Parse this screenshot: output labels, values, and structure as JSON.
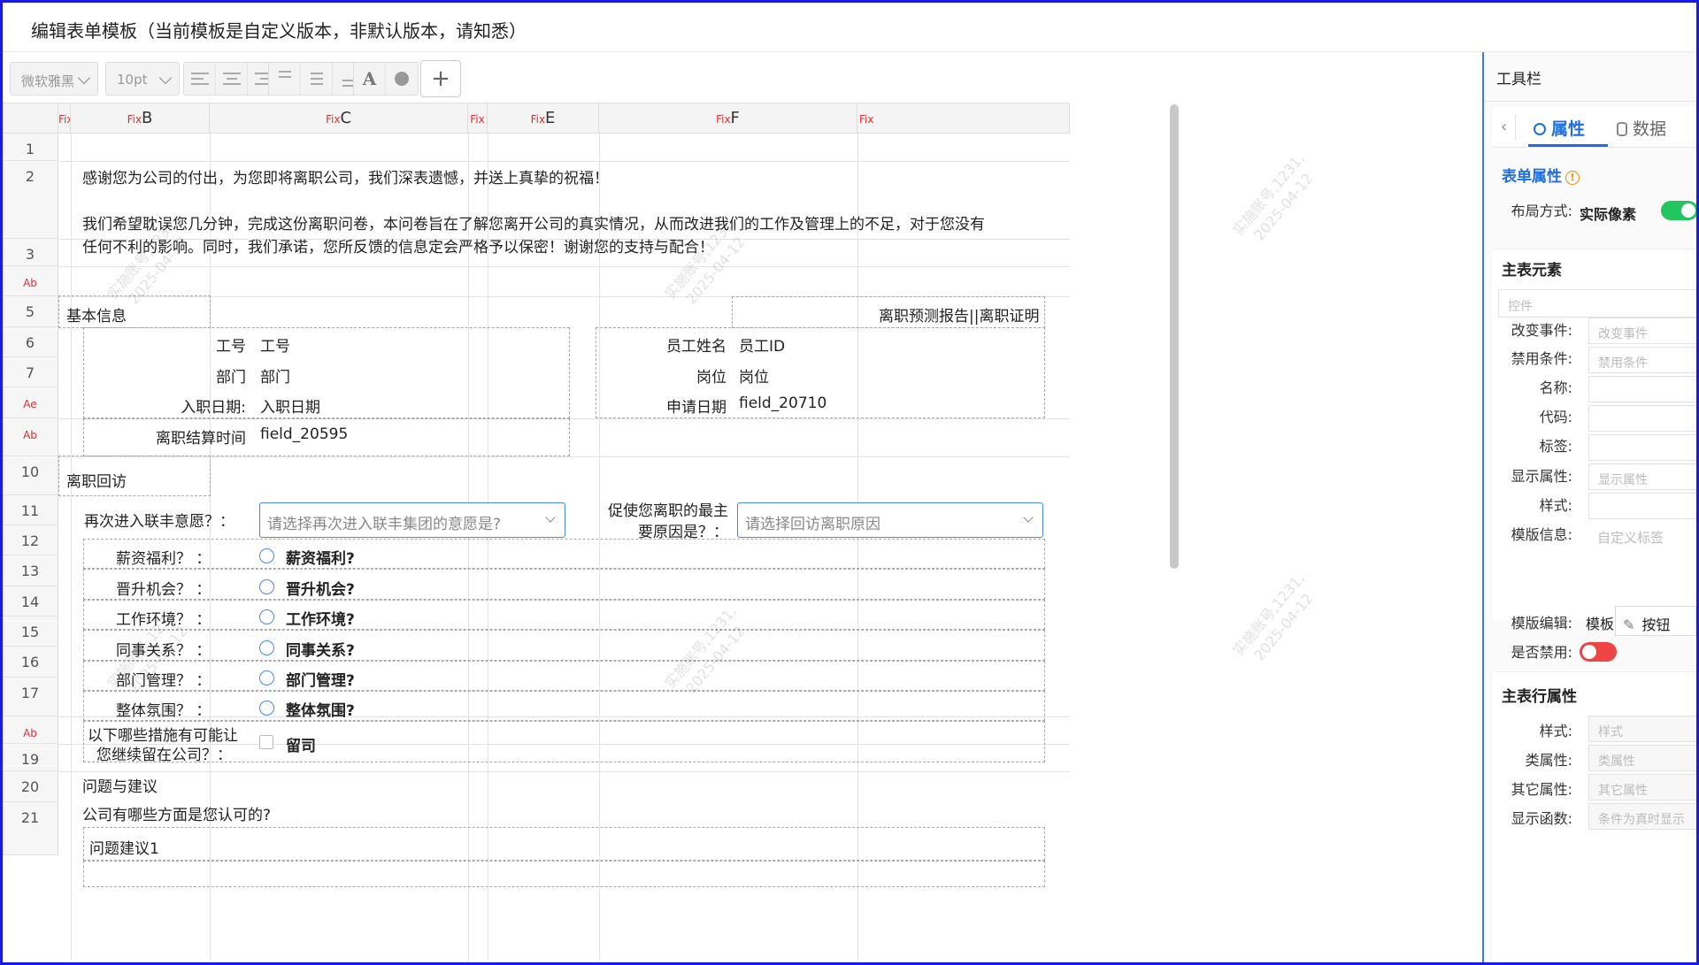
{
  "header": {
    "title": "编辑表单模板（当前模板是自定义版本，非默认版本，请知悉）"
  },
  "toolbar": {
    "font_family": "微软雅黑",
    "font_size": "10pt",
    "bold_glyph": "A",
    "add_glyph": "+"
  },
  "sheet": {
    "columns": [
      {
        "fix": "Fix",
        "letter": ""
      },
      {
        "fix": "Fix",
        "letter": "B"
      },
      {
        "fix": "Fix",
        "letter": "C"
      },
      {
        "fix": "Fix",
        "letter": ""
      },
      {
        "fix": "Fix",
        "letter": "E"
      },
      {
        "fix": "Fix",
        "letter": "F"
      },
      {
        "fix": "Fix",
        "letter": ""
      }
    ],
    "rows": [
      "1",
      "2",
      "3",
      "Ab",
      "5",
      "6",
      "7",
      "Ae",
      "Ab",
      "10",
      "11",
      "12",
      "13",
      "14",
      "15",
      "16",
      "17",
      "Ab",
      "19",
      "20",
      "21"
    ],
    "intro_line1": "感谢您为公司的付出，为您即将离职公司，我们深表遗憾，并送上真挚的祝福！",
    "intro_line2": "我们希望耽误您几分钟，完成这份离职问卷，本问卷旨在了解您离开公司的真实情况，从而改进我们的工作及管理上的不足，对于您没有",
    "intro_line3": "任何不利的影响。同时，我们承诺，您所反馈的信息定会严格予以保密！谢谢您的支持与配合！",
    "basic_info": "基本信息",
    "report_link": "离职预测报告||离职证明",
    "f_worknum_label": "工号",
    "f_worknum_value": "工号",
    "f_name_label": "员工姓名",
    "f_name_value": "员工ID",
    "f_dept_label": "部门",
    "f_dept_value": "部门",
    "f_post_label": "岗位",
    "f_post_value": "岗位",
    "f_entry_label": "入职日期:",
    "f_entry_value": "入职日期",
    "f_apply_label": "申请日期",
    "f_apply_value": "field_20710",
    "f_settle_label": "离职结算时间",
    "f_settle_value": "field_20595",
    "interview": "离职回访",
    "q_reenter_label": "再次进入联丰意愿？：",
    "q_reenter_placeholder": "请选择再次进入联丰集团的意愿是?",
    "q_reason_label_1": "促使您离职的最主",
    "q_reason_label_2": "要原因是？：",
    "q_reason_placeholder": "请选择回访离职原因",
    "radios": [
      {
        "label": "薪资福利？ ：",
        "option": "薪资福利?"
      },
      {
        "label": "晋升机会？ ：",
        "option": "晋升机会?"
      },
      {
        "label": "工作环境？ ：",
        "option": "工作环境?"
      },
      {
        "label": "同事关系？ ：",
        "option": "同事关系?"
      },
      {
        "label": "部门管理？ ：",
        "option": "部门管理?"
      },
      {
        "label": "整体氛围？ ：",
        "option": "整体氛围?"
      }
    ],
    "q_measure_label_1": "以下哪些措施有可能让",
    "q_measure_label_2": "您继续留在公司？：",
    "q_measure_option": "留司",
    "suggest_title": "问题与建议",
    "suggest_q": "公司有哪些方面是您认可的?",
    "suggest_field": "问题建议1",
    "watermark_1": "实施账号,1231,",
    "watermark_2": "2025-04-12"
  },
  "panel": {
    "title": "工具栏",
    "back": "‹",
    "tab_props": "属性",
    "tab_data": "数据",
    "form_props": "表单属性",
    "warn_glyph": "!",
    "layout_label": "布局方式:",
    "layout_value": "实际像素",
    "main_elements": "主表元素",
    "control_placeholder": "控件",
    "props": [
      {
        "label": "改变事件:",
        "placeholder": "改变事件"
      },
      {
        "label": "禁用条件:",
        "placeholder": "禁用条件"
      },
      {
        "label": "名称:",
        "placeholder": ""
      },
      {
        "label": "代码:",
        "placeholder": ""
      },
      {
        "label": "标签:",
        "placeholder": ""
      },
      {
        "label": "显示属性:",
        "placeholder": "显示属性"
      },
      {
        "label": "样式:",
        "placeholder": ""
      },
      {
        "label": "模版信息:",
        "placeholder": "自定义标签"
      }
    ],
    "tpl_edit_label": "模版编辑:",
    "tpl_btn_1": "模板",
    "tpl_btn_2": "按钮",
    "disabled_label": "是否禁用:",
    "row_props": "主表行属性",
    "row_items": [
      {
        "label": "样式:",
        "placeholder": "样式"
      },
      {
        "label": "类属性:",
        "placeholder": "类属性"
      },
      {
        "label": "其它属性:",
        "placeholder": "其它属性"
      },
      {
        "label": "显示函数:",
        "placeholder": "条件为真时显示"
      }
    ]
  },
  "colors": {
    "accent": "#1e6ee0",
    "border": "#1a1ae6",
    "on": "#22c55e",
    "off": "#ef4444"
  }
}
